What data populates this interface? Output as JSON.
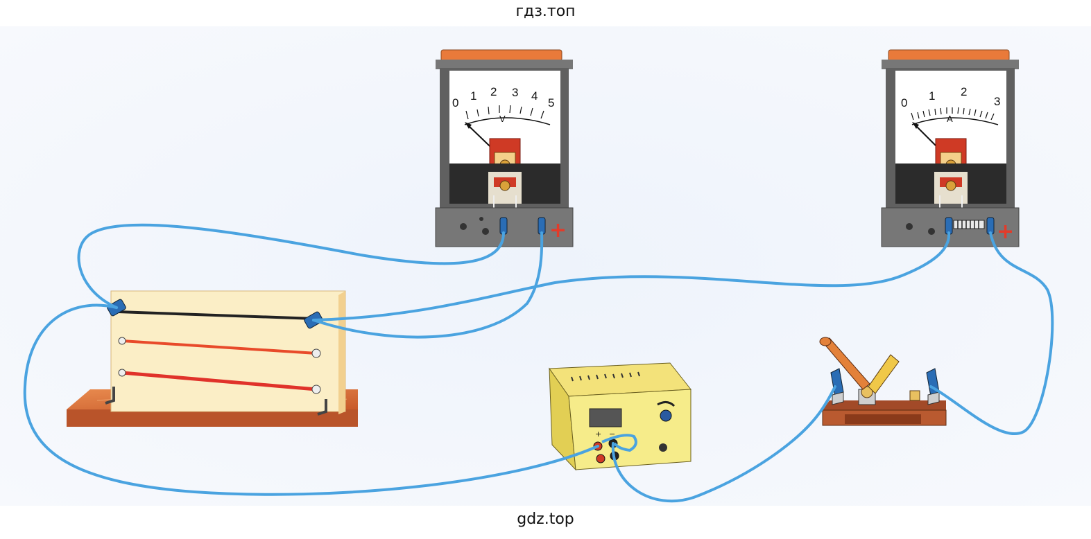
{
  "watermark": {
    "top": "гдз.топ",
    "bottom": "gdz.top"
  },
  "voltmeter": {
    "scale": [
      "0",
      "1",
      "2",
      "3",
      "4",
      "5"
    ],
    "unit": "V",
    "plus": "+"
  },
  "ammeter": {
    "scale": [
      "0",
      "1",
      "2",
      "3"
    ],
    "unit": "A",
    "plus": "+"
  },
  "power_supply": {
    "plus": "+",
    "minus": "−"
  },
  "colors": {
    "wire": "#4aa3e0",
    "wood": "#e0763c",
    "panel": "#fbeec6",
    "meter_body": "#6a6a6a",
    "psu_body": "#f6ec8a",
    "plus": "#e23b2a"
  }
}
